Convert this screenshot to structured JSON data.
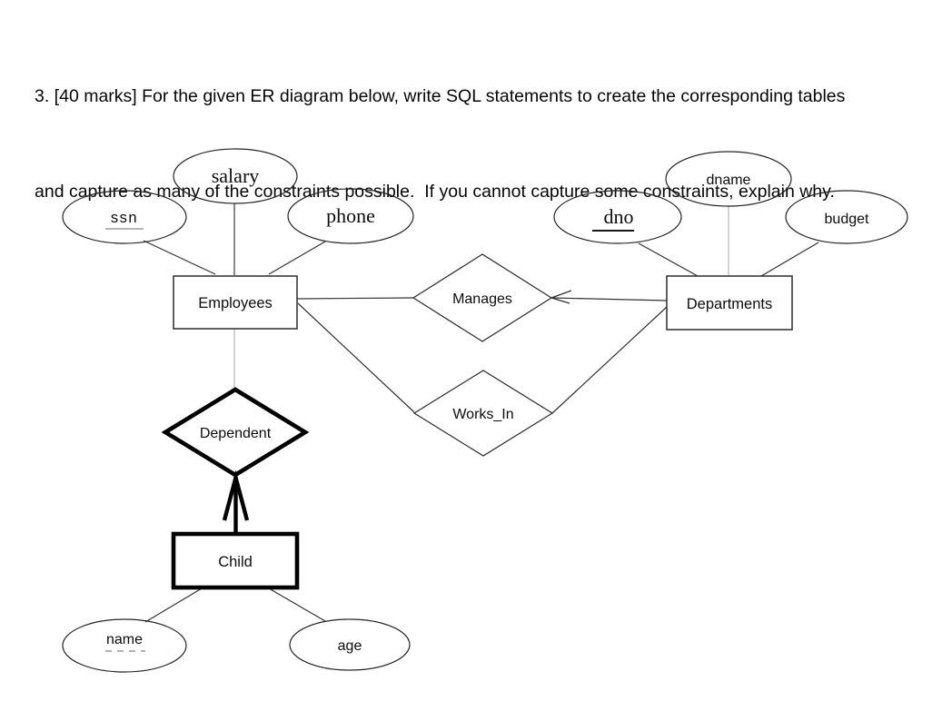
{
  "header": {
    "line1": "3. [40 marks] For the given ER diagram below, write SQL statements to create the corresponding tables",
    "line2": "and capture as many of the constraints possible.  If you cannot capture some constraints, explain why."
  },
  "diagram": {
    "entities": {
      "employees": {
        "label": "Employees",
        "type": "entity"
      },
      "departments": {
        "label": "Departments",
        "type": "entity"
      },
      "child": {
        "label": "Child",
        "type": "weak-entity"
      }
    },
    "relationships": {
      "manages": {
        "label": "Manages",
        "type": "relationship",
        "arrow": "from Departments into Manages"
      },
      "works_in": {
        "label": "Works_In",
        "type": "relationship"
      },
      "dependent": {
        "label": "Dependent",
        "type": "identifying-relationship",
        "arrow": "from Child into Dependent"
      }
    },
    "attributes": {
      "ssn": {
        "label": "ssn",
        "key": "primary",
        "of": "Employees"
      },
      "salary": {
        "label": "salary",
        "of": "Employees"
      },
      "phone": {
        "label": "phone",
        "of": "Employees"
      },
      "dno": {
        "label": "dno",
        "key": "primary",
        "of": "Departments"
      },
      "dname": {
        "label": "dname",
        "of": "Departments"
      },
      "budget": {
        "label": "budget",
        "of": "Departments"
      },
      "name": {
        "label": "name",
        "key": "partial",
        "of": "Child"
      },
      "age": {
        "label": "age",
        "of": "Child"
      }
    }
  },
  "colors": {
    "background": "#ffffff",
    "text": "#0c0c0c",
    "shape_stroke": "#2b2b2b",
    "bold_stroke": "#000000",
    "connector_dark": "#323232",
    "connector_light": "#c7c7c7",
    "key_underline_gray": "#9d9d9d"
  }
}
